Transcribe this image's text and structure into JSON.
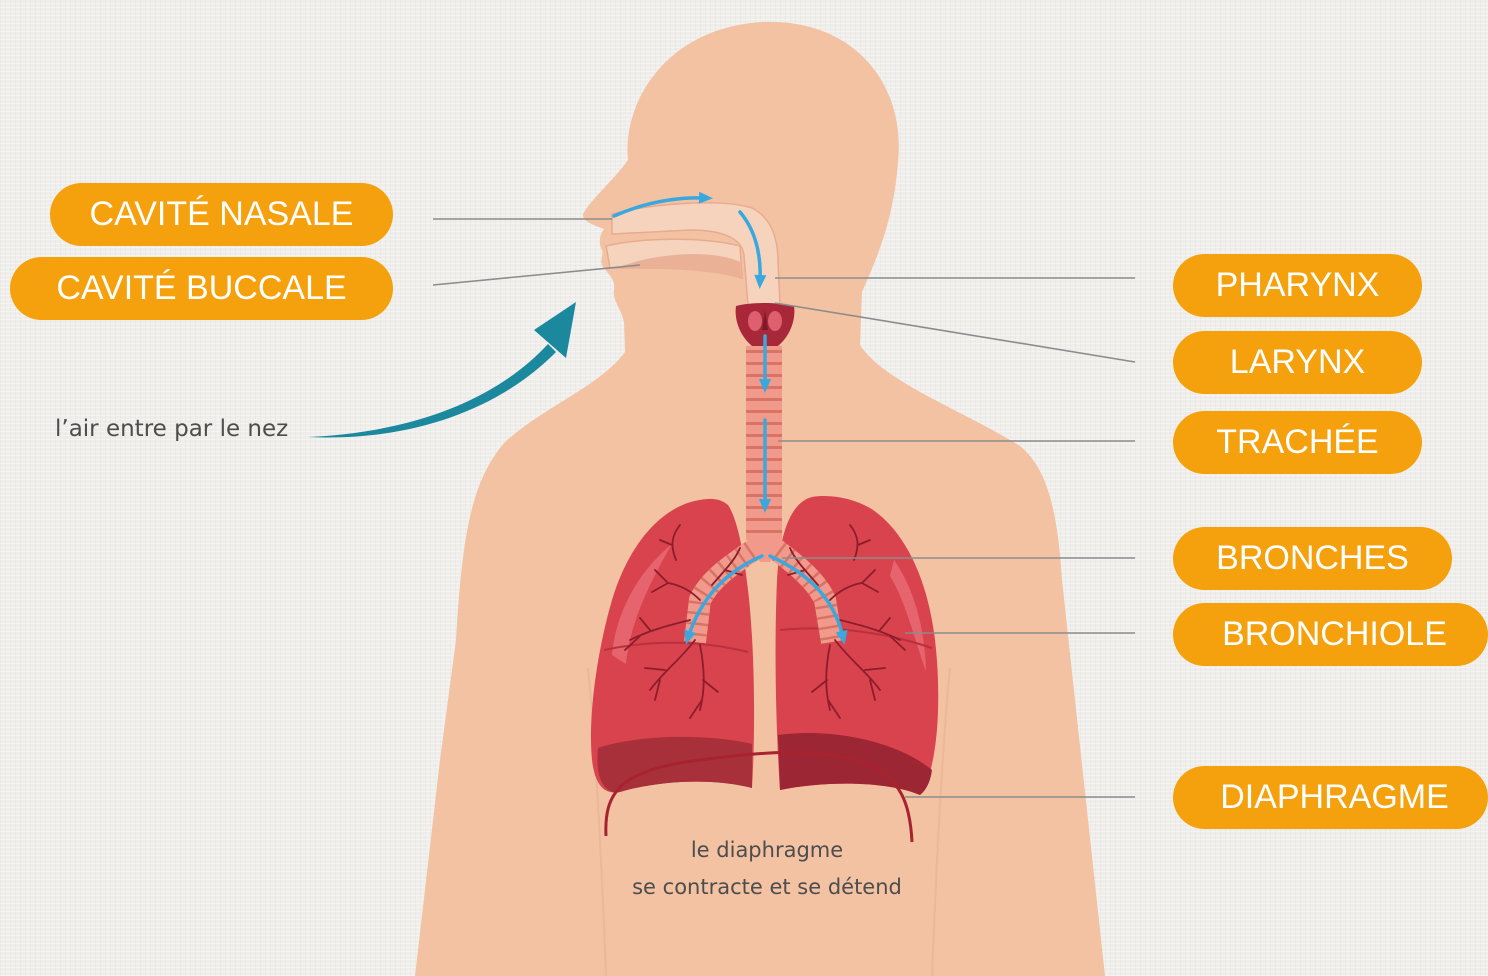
{
  "labels": {
    "nasal_cavity": "CAVITÉ NASALE",
    "oral_cavity": "CAVITÉ BUCCALE",
    "pharynx": "PHARYNX",
    "larynx": "LARYNX",
    "trachea": "TRACHÉE",
    "bronchi": "BRONCHES",
    "bronchiole": "BRONCHIOLE",
    "diaphragm": "DIAPHRAGME"
  },
  "annotations": {
    "air_entry": "l’air entre par le nez",
    "diaphragm_line1": "le diaphragme",
    "diaphragm_line2": "se contracte et se détend"
  },
  "colors": {
    "label-fill": "#f5a10d",
    "label-text": "#ffffff",
    "skin": "#f2c2a3",
    "lung": "#d9434e",
    "airflow-arrow": "#3aa8dc",
    "entry-arrow": "#1b889e",
    "leader-line": "#8c8c8c"
  }
}
